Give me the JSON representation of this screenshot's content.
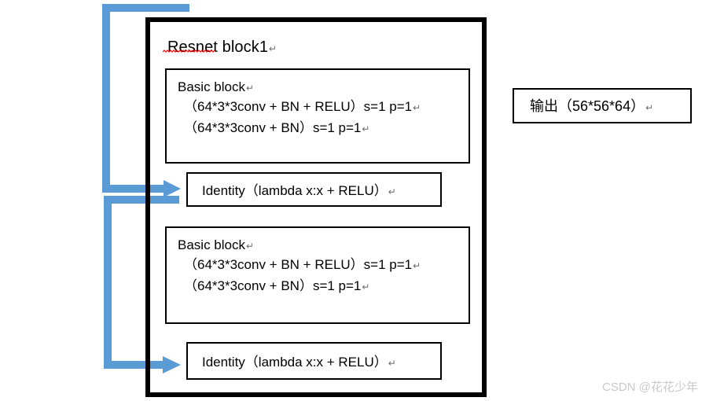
{
  "diagram": {
    "outer_block": {
      "title": "Resnet block1",
      "title_mark": "↵",
      "misspelled_word": "Resnet"
    },
    "blocks": [
      {
        "name": "basic-block-1",
        "title": "Basic block",
        "title_mark": "↵",
        "lines": [
          {
            "text": "（64*3*3conv + BN + RELU）s=1 p=1",
            "mark": "↵"
          },
          {
            "text": "（64*3*3conv + BN）s=1 p=1",
            "mark": "↵"
          }
        ]
      },
      {
        "name": "identity-block-1",
        "text": "Identity（lambda x:x + RELU）",
        "mark": "↵"
      },
      {
        "name": "basic-block-2",
        "title": "Basic block",
        "title_mark": "↵",
        "lines": [
          {
            "text": "（64*3*3conv + BN + RELU）s=1 p=1",
            "mark": "↵"
          },
          {
            "text": "（64*3*3conv + BN）s=1 p=1",
            "mark": "↵"
          }
        ]
      },
      {
        "name": "identity-block-2",
        "text": "Identity（lambda x:x + RELU）",
        "mark": "↵"
      }
    ],
    "output": {
      "text": "输出（56*56*64）",
      "mark": "↵"
    },
    "skip_connections": [
      {
        "name": "skip-arrow-top",
        "target": "identity-block-1"
      },
      {
        "name": "skip-arrow-bottom",
        "target": "identity-block-2"
      }
    ],
    "colors": {
      "arrow_blue": "#5B9BD5",
      "outline_black": "#000000",
      "spellcheck_red": "#FF0000",
      "watermark_gray": "#C9C9C9"
    }
  },
  "watermark": {
    "text": "CSDN @花花少年"
  }
}
